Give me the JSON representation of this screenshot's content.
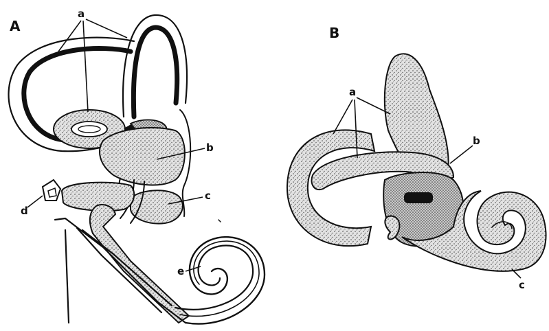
{
  "panels": [
    {
      "id": "A",
      "label": "A"
    },
    {
      "id": "B",
      "label": "B"
    }
  ],
  "labels_a": {
    "a": "a",
    "b": "b",
    "c": "c",
    "d": "d",
    "e": "e"
  },
  "labels_b": {
    "a": "a",
    "b": "b",
    "c": "c"
  },
  "colors": {
    "ink": "#111111",
    "fill": "#d8d8d8",
    "background": "#ffffff"
  }
}
